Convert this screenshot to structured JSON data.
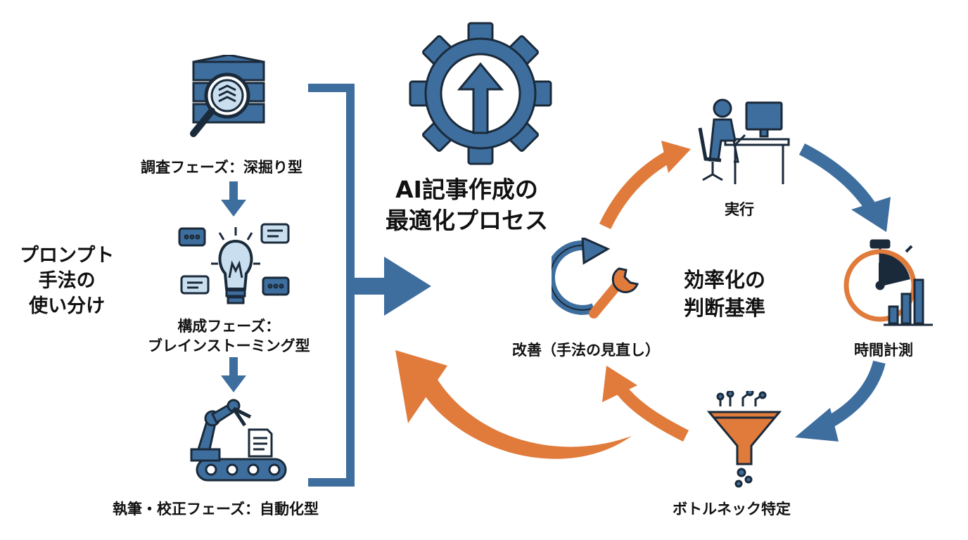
{
  "left_column": {
    "side_title": [
      "プロンプト",
      "手法の",
      "使い分け"
    ],
    "phase1": "調査フェーズ：深掘り型",
    "phase2": [
      "構成フェーズ：",
      "ブレインストーミング型"
    ],
    "phase3": "執筆・校正フェーズ：自動化型"
  },
  "center": {
    "title": [
      "AI記事作成の",
      "最適化プロセス"
    ]
  },
  "cycle": {
    "center_title": [
      "効率化の",
      "判断基準"
    ],
    "steps": {
      "execute": "実行",
      "measure": "時間計測",
      "bottleneck": "ボトルネック特定",
      "improve": "改善（手法の見直し）"
    }
  },
  "colors": {
    "blue": "#3d6e9e",
    "dark": "#1a2a3a",
    "orange": "#e07b3c",
    "light_blue": "#c9dff0"
  },
  "icons": [
    "research-icon",
    "brainstorm-icon",
    "robot-arm-icon",
    "gear-icon",
    "person-computer-icon",
    "stopwatch-chart-icon",
    "funnel-icon",
    "cycle-wrench-icon"
  ]
}
